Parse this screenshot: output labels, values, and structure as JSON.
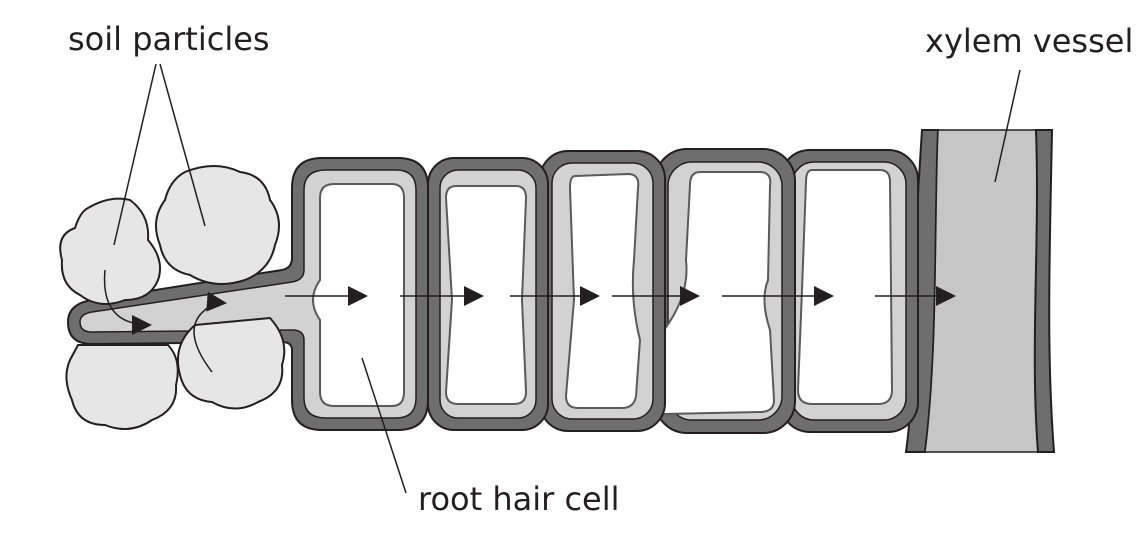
{
  "title": "Water uptake from soil through root hair cell to xylem vessel",
  "labels": {
    "soil": "soil particles",
    "xylem": "xylem vessel",
    "root_hair": "root hair cell"
  },
  "colors": {
    "cell_wall": "#6e6e6e",
    "cytoplasm": "#d2d2d2",
    "vacuole": "#ffffff",
    "soil": "#e6e6e6",
    "xylem": "#c6c6c6"
  }
}
